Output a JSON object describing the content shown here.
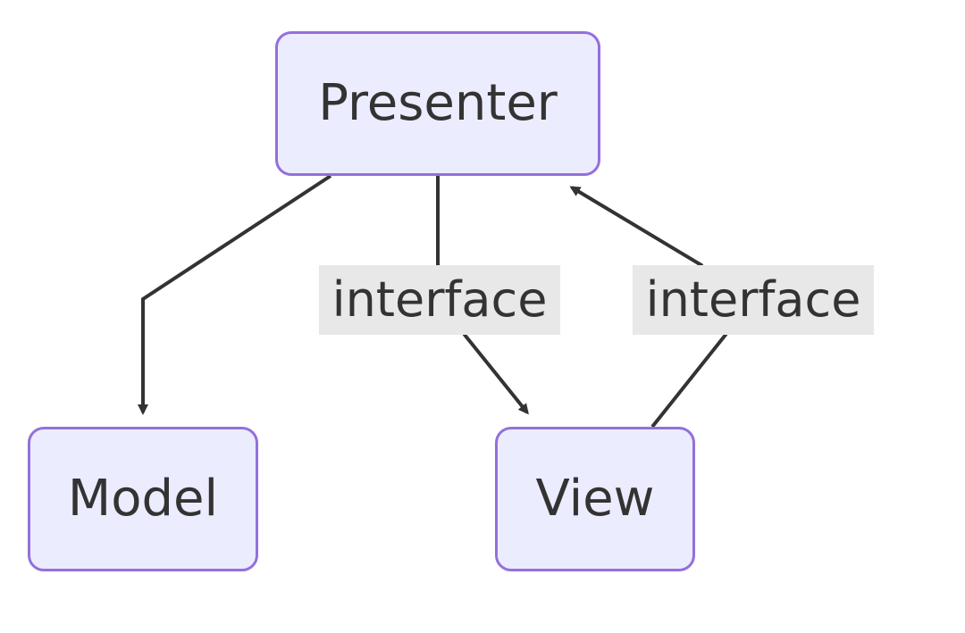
{
  "colors": {
    "background": "#ffffff",
    "node_fill": "#ECECFF",
    "node_border": "#9370DB",
    "text": "#333333",
    "edge": "#333333",
    "edge_label_bg": "#E8E8E8"
  },
  "nodes": {
    "presenter": {
      "label": "Presenter"
    },
    "model": {
      "label": "Model"
    },
    "view": {
      "label": "View"
    }
  },
  "edges": [
    {
      "from": "Presenter",
      "to": "Model",
      "label": ""
    },
    {
      "from": "Presenter",
      "to": "View",
      "label": "interface"
    },
    {
      "from": "View",
      "to": "Presenter",
      "label": "interface"
    }
  ]
}
